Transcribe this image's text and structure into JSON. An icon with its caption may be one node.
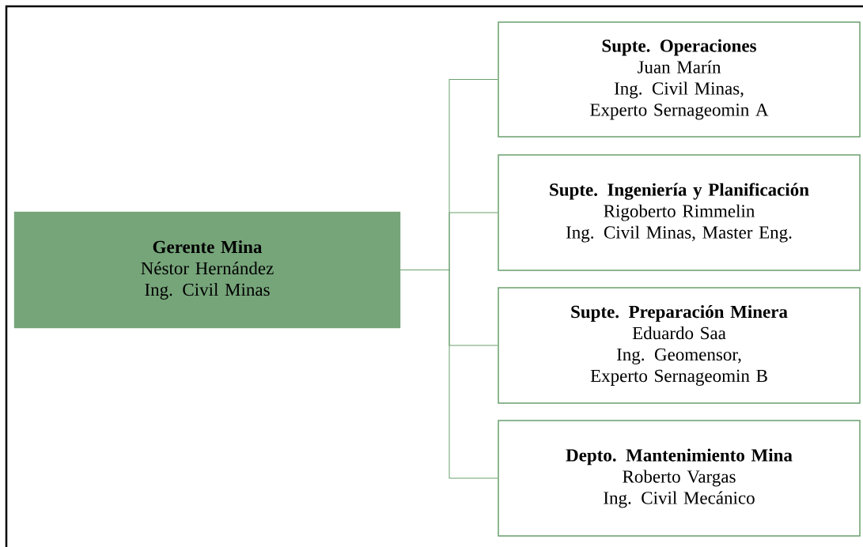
{
  "diagram": {
    "nodes": [
      {
        "text": [
          "Gerente Mina",
          "Néstor Hernández",
          "Ing. Civil Minas"
        ]
      },
      {
        "text": [
          "Supte. Operaciones",
          "Juan Marín",
          "Ing. Civil Minas, Experto Sernageomin A"
        ]
      },
      {
        "text": [
          "Supte. Ingeniería y Planificación",
          "Rigoberto Rimmelin",
          "Ing. Civil Minas, Master Eng."
        ]
      },
      {
        "text": [
          "Supte. Preparación Minera",
          "Eduardo Saa",
          "Ing. Geomensor, Experto Sernageomin B"
        ]
      },
      {
        "text": [
          "Depto. Mantenimiento Mina",
          "Roberto Vargas",
          "Ing. Civil Mecánico"
        ]
      }
    ],
    "edges": [
      {
        "from": 0,
        "to": 1,
        "arrow": "none"
      },
      {
        "from": 0,
        "to": 2,
        "arrow": "none"
      },
      {
        "from": 0,
        "to": 3,
        "arrow": "none"
      },
      {
        "from": 0,
        "to": 4,
        "arrow": "none"
      }
    ]
  }
}
